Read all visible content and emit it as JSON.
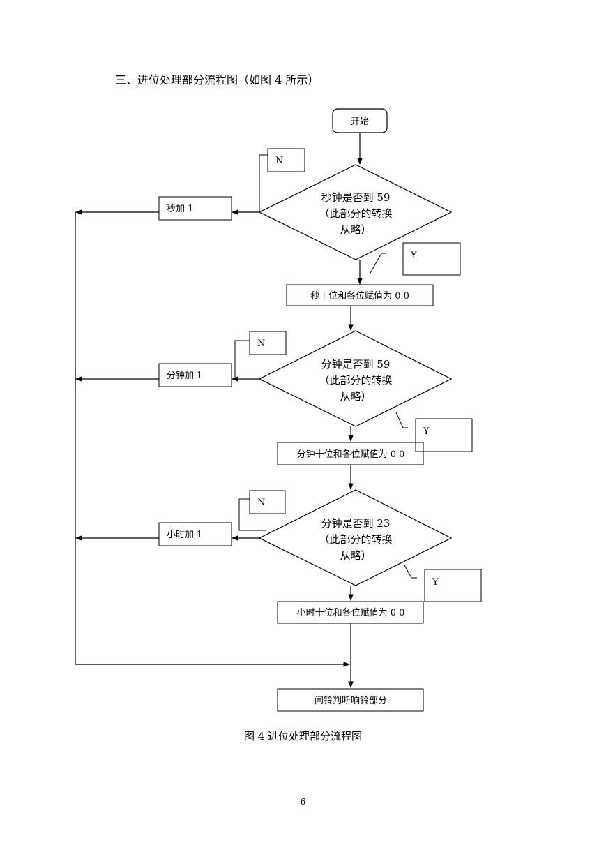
{
  "heading": "三、进位处理部分流程图（如图 4 所示）",
  "start": "开始",
  "decisions": [
    {
      "line1": "秒钟是否到 59",
      "line2": "（此部分的转换",
      "line3": "从略）"
    },
    {
      "line1": "分钟是否到 59",
      "line2": "（此部分的转换",
      "line3": "从略）"
    },
    {
      "line1": "分钟是否到 23",
      "line2": "（此部分的转换",
      "line3": "从略）"
    }
  ],
  "increments": [
    "秒加 1",
    "分钟加 1",
    "小时加 1"
  ],
  "resets": [
    "秒十位和各位赋值为 0 0",
    "分钟十位和各位赋值为 0 0",
    "小时十位和各位赋值为 0 0"
  ],
  "no_label": "N",
  "yes_label": "Y",
  "end": "闸铃判断响铃部分",
  "caption": "图 4 进位处理部分流程图",
  "page_number": "6"
}
